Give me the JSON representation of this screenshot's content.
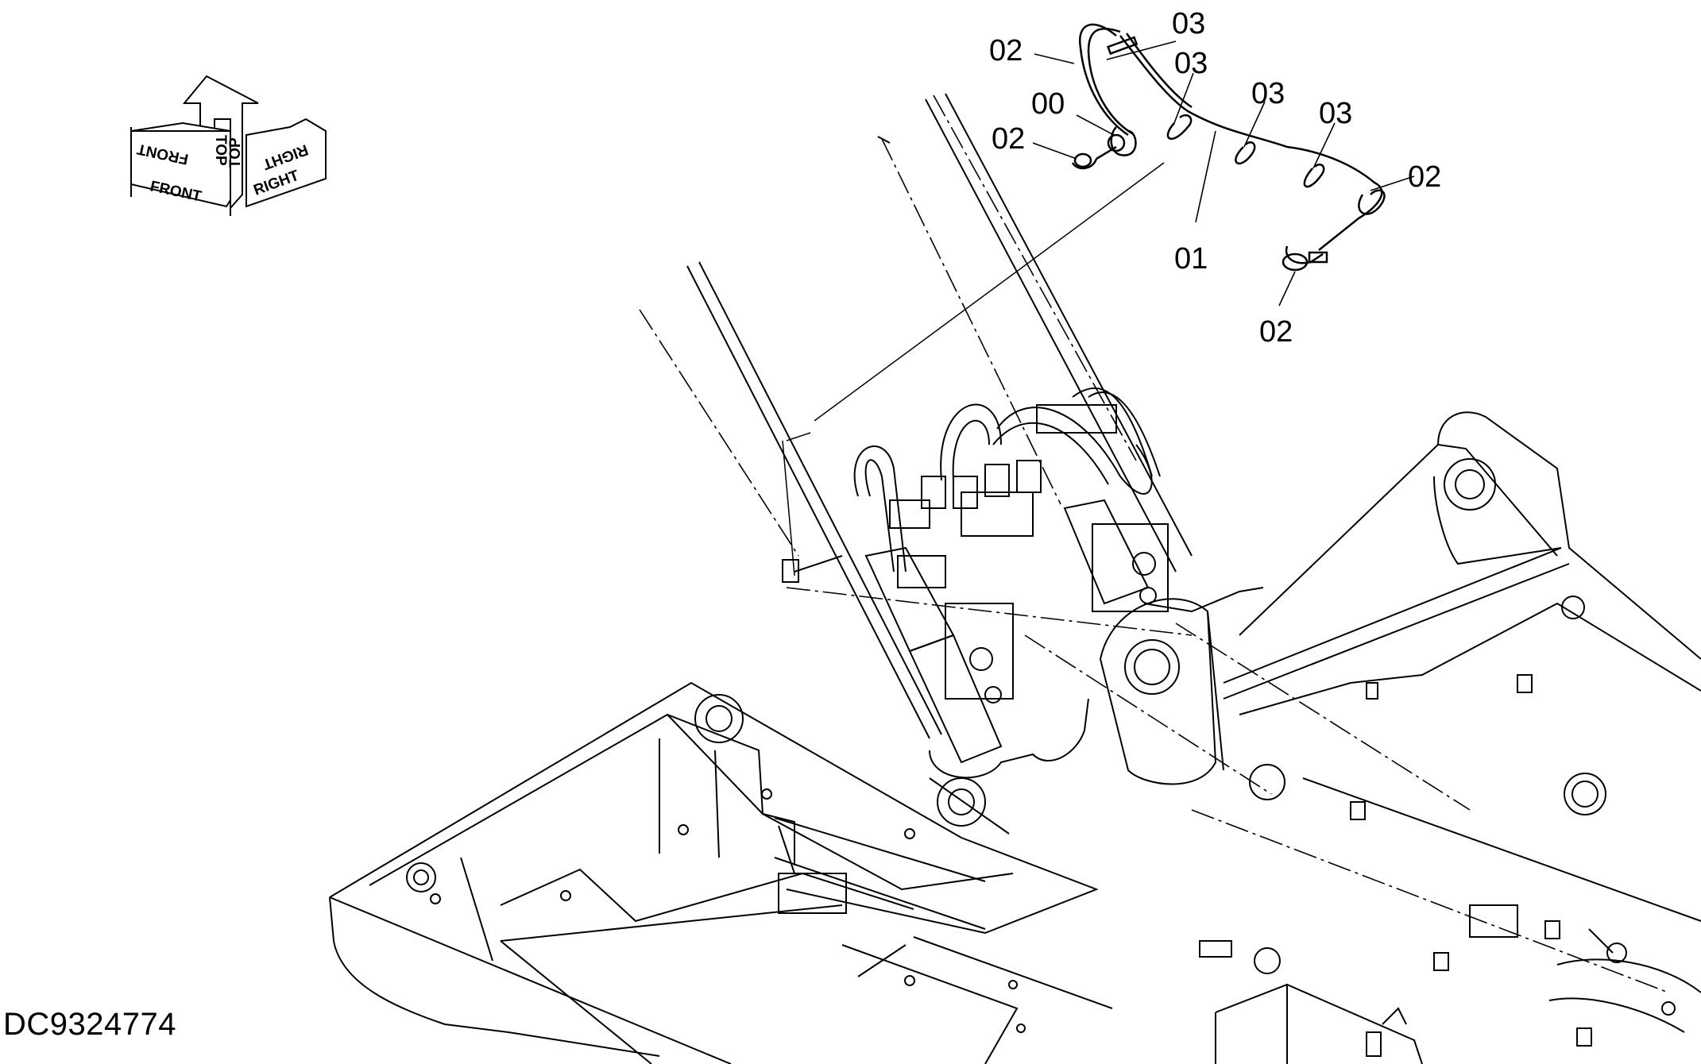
{
  "drawing_id": "DC9324774",
  "orientation": {
    "top_label": "TOP",
    "top_label_mirrored": "TOP",
    "front_label": "FRONT",
    "front_label_mirrored": "FRONT",
    "right_label": "RIGHT",
    "right_label_mirrored": "RIGHT"
  },
  "callouts": {
    "c1": "03",
    "c2": "02",
    "c3": "03",
    "c4": "00",
    "c5": "03",
    "c6": "03",
    "c7": "02",
    "c8": "02",
    "c9": "01",
    "c10": "02"
  }
}
